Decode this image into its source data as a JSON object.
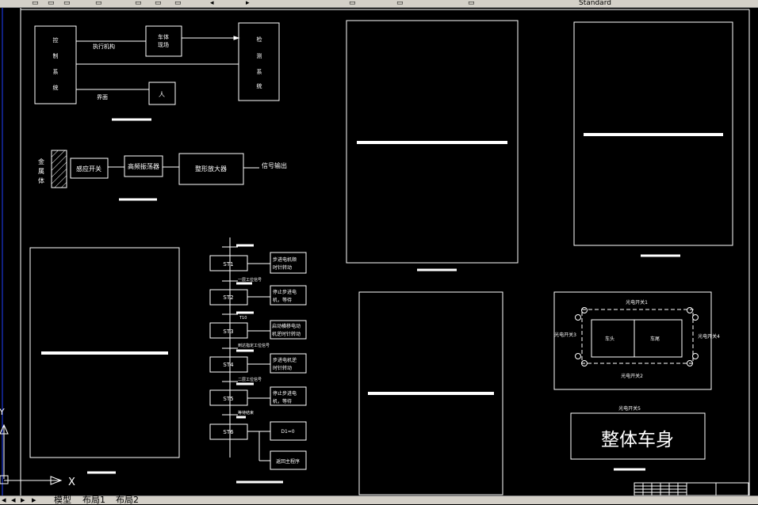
{
  "toolbar": {
    "fragment": "Standard",
    "icons": [
      "new-icon",
      "open-icon",
      "save-icon",
      "print-icon",
      "cut-icon",
      "copy-icon",
      "paste-icon",
      "undo-icon",
      "redo-icon",
      "pan-icon",
      "zoom-icon",
      "properties-icon",
      "layer-icon"
    ]
  },
  "colors": {
    "background": "#000000",
    "stroke": "#ffffff",
    "ui": "#d4d0c8",
    "axis": "#2040ff"
  },
  "drawing": {
    "diagram1": {
      "control": "控制系统",
      "actuator": "执行机构",
      "vehicle_site": "车体现场",
      "detect": "检测系统",
      "interface": "界面",
      "person": "人"
    },
    "diagram2": {
      "metal": "金属体",
      "sensor": "感应开关",
      "hf": "高频振荡器",
      "amp": "整形放大器",
      "output": "信号输出"
    },
    "sfc": {
      "steps": [
        "ST1",
        "ST2",
        "ST3",
        "ST4",
        "ST5",
        "ST6"
      ],
      "actions": [
        "步进电机顺时针转动",
        "停止步进电机，等待",
        "启动横移电动机逆时针转动",
        "步进电机逆时针转动",
        "停止步进电机，等待",
        "D1=0",
        "返回主程序"
      ],
      "transitions": [
        "一层工位信号",
        "T10",
        "到达指定工位信号",
        "二层工位信号",
        "等待结束"
      ]
    },
    "layout": {
      "sw1": "光电开关1",
      "sw2": "光电开关2",
      "sw3": "光电开关3",
      "sw4": "光电开关4",
      "sw5": "光电开关5",
      "head": "车头",
      "tail": "车尾",
      "body": "整体车身"
    }
  },
  "ucs": {
    "x": "X",
    "y": "Y"
  },
  "tabs": [
    "模型",
    "布局1",
    "布局2"
  ]
}
